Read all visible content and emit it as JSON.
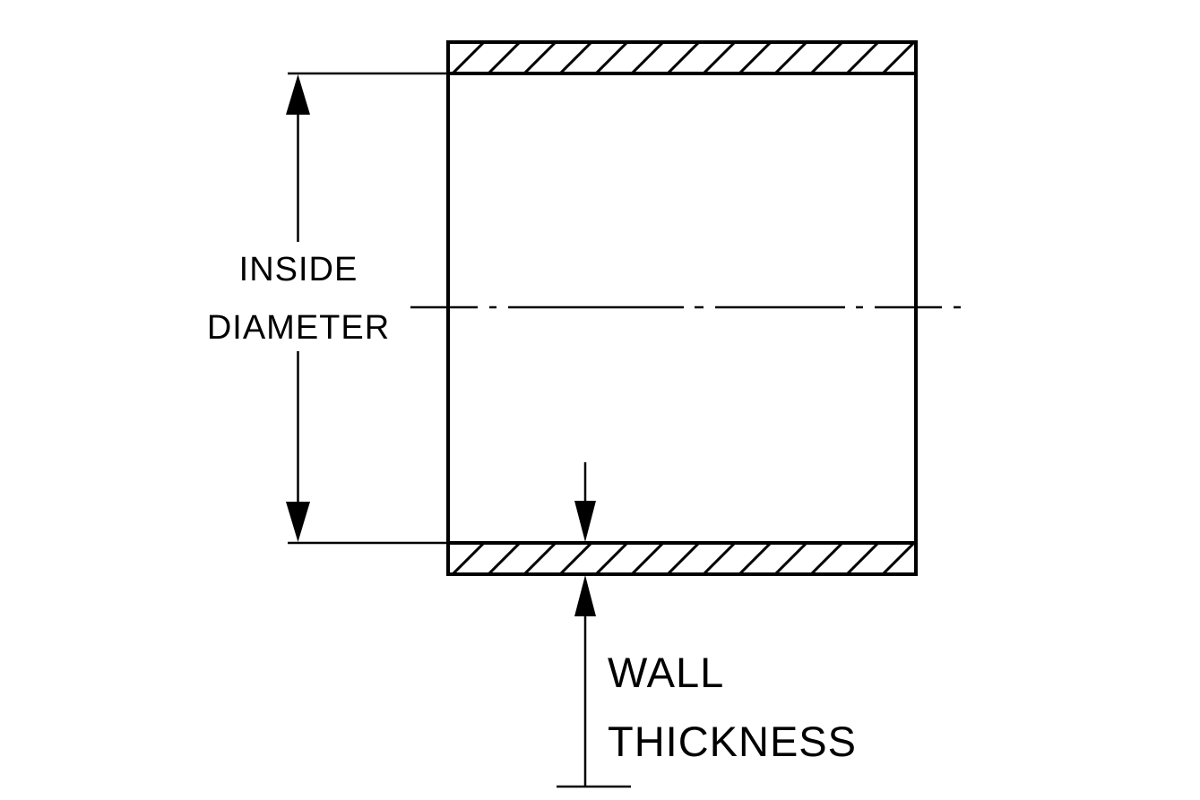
{
  "diagram": {
    "type": "engineering-cross-section",
    "subject": "tube-wall-section",
    "labels": {
      "inside_diameter": {
        "line1": "INSIDE",
        "line2": "DIAMETER"
      },
      "wall_thickness": {
        "line1": "WALL",
        "line2": "THICKNESS"
      }
    },
    "colors": {
      "line": "#000000",
      "background": "#ffffff"
    }
  }
}
